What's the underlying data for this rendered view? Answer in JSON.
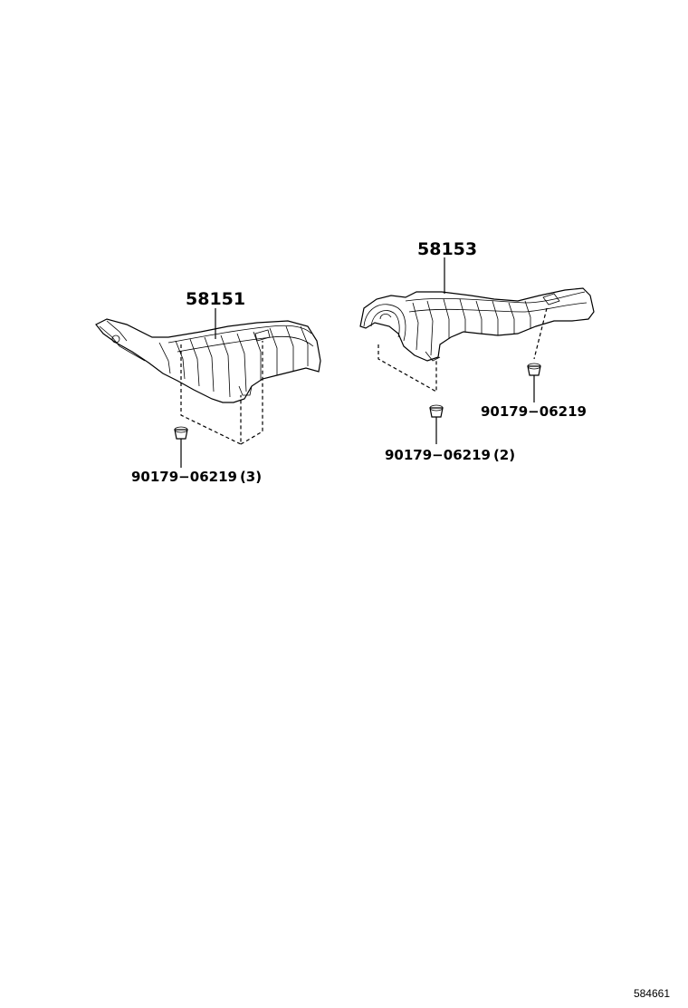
{
  "diagram": {
    "parts": [
      {
        "part_number": "58151"
      },
      {
        "part_number": "58153"
      }
    ],
    "fasteners": [
      {
        "label": "90179−06219",
        "qty": "(3)"
      },
      {
        "label": "90179−06219",
        "qty": "(2)"
      },
      {
        "label": "90179−06219",
        "qty": ""
      }
    ],
    "diagram_id": "584661",
    "colors": {
      "line": "#000000",
      "background": "#ffffff"
    }
  }
}
